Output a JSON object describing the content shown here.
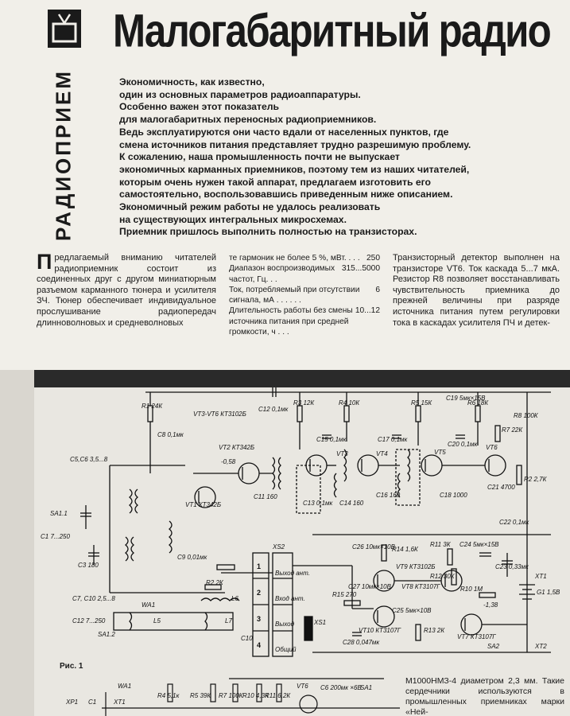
{
  "header": {
    "title": "Малогабаритный радио",
    "rubric": "РАДИОПРИЕМ",
    "logo_icon": "tv-icon"
  },
  "lead": [
    "Экономичность, как известно,",
    "один из основных параметров радиоаппаратуры.",
    "Особенно важен этот показатель",
    "для малогабаритных переносных радиоприемников.",
    "Ведь эксплуатируются они часто вдали от населенных пунктов, где",
    "смена источников питания представляет трудно разрешимую проблему.",
    "К сожалению, наша промышленность почти не выпускает",
    "экономичных карманных приемников, поэтому тем из наших читателей,",
    "которым очень нужен такой аппарат, предлагаем изготовить его",
    "самостоятельно, воспользовавшись приведенным ниже описанием.",
    "Экономичный режим работы не удалось реализовать",
    "на существующих интегральных микросхемах.",
    "Приемник пришлось выполнить полностью на транзисторах."
  ],
  "col1": {
    "dropcap": "П",
    "text": "редлагаемый вниманию читателей радиоприемник состоит из соединенных друг с другом миниатюрным разъемом карманного тюнера и усилителя ЗЧ. Тюнер обеспечивает индивидуальное прослушивание радиопередач длинноволновых и средневолновых"
  },
  "col2": {
    "rows": [
      {
        "label": "те гармоник не более 5 %, мВт. . . .",
        "value": "250"
      },
      {
        "label": "Диапазон воспроизводимых частот, Гц. . .",
        "value": "315...5000"
      },
      {
        "label": "Ток, потребляемый при отсутствии сигнала, мА . . . . . .",
        "value": "6"
      },
      {
        "label": "Длительность работы без смены источника питания при средней громкости, ч . . .",
        "value": "10...12"
      }
    ]
  },
  "col3": {
    "text": "Транзисторный детектор выполнен на транзисторе VT6. Ток каскада 5...7 мкА. Резистор R8 позволяет восстанавливать чувствительность приемника до прежней величины при разряде источника питания путем регулировки тока в каскадах усилителя ПЧ и детек-"
  },
  "figure": {
    "caption": "Рис. 1",
    "labels": {
      "r1": "R1 24К",
      "vt3": "VT3-VT6 КТ3102Б",
      "c12": "C12 0,1мк",
      "r3": "R3 12К",
      "r4": "R4 10К",
      "r5": "R5 15К",
      "r6": "R6 18К",
      "c19": "C19 5мк×15В",
      "r8": "R8 100К",
      "c8": "C8 0,1мк",
      "c15": "C15 0,1мк",
      "c17": "C17 0,1мк",
      "c20": "C20 0,1мк",
      "r7": "R7 22К",
      "vt2": "VT2 КТ342Б",
      "vt1": "VT1 КТ342Б",
      "c5c6": "C5,C6 3,5...8",
      "vt3b": "VT3",
      "vt4": "VT4",
      "vt5": "VT5",
      "vt6": "VT6",
      "c11": "C11 160",
      "c13": "C13 0,1мк",
      "c14": "C14 160",
      "c16": "C16 160",
      "c18": "C18 1000",
      "c21": "C21 4700",
      "r2": "R2 2,7К",
      "c22": "C22 0,1мк",
      "sa11": "SA1.1",
      "c1": "C1 7...250",
      "c3": "C3 180",
      "c9": "C9 0,01мк",
      "r2k": "R2 2К",
      "l6": "L6",
      "c7c10": "C7, C10 2,5...8",
      "wa1": "WA1",
      "c12b": "C12 7...250",
      "sa12": "SA1.2",
      "l5": "L5",
      "l7": "L7",
      "c10": "C10",
      "xs2": "XS2",
      "pins": [
        "1",
        "2",
        "3",
        "4"
      ],
      "pinlabels": [
        "Выход ант.",
        "Вход ант.",
        "Выход",
        "Общий"
      ],
      "c26": "C26 10мк×10В",
      "r14": "R14 1,6К",
      "vt9": "VT9 КТ3102Б",
      "c27": "C27 10мк×10В",
      "r15": "R15 270",
      "c25": "C25 5мк×10В",
      "vt10": "VT10 КТ3107Г",
      "c28": "C28 0,047мк",
      "xs1": "XS1",
      "r11": "R11 3К",
      "c24": "C24 5мк×15В",
      "r12": "R12 30К",
      "vt8": "VT8 КТ3107Г",
      "r10": "R10 1М",
      "r13": "R13 2К",
      "vt7": "VT7 КТ3107Г",
      "c23": "C23 0,33мк",
      "g1": "G1 1,5В",
      "xt1": "XT1",
      "xt2": "XT2",
      "sa2": "SA2",
      "v058": "-0,58",
      "v138": "-1,38"
    }
  },
  "col4": {
    "text": "М1000НМЗ-4 диаметром 2,3 мм. Такие сердечники используются в промышленных приемниках марки «Ней-"
  },
  "fig2": {
    "labels": [
      "WA1",
      "XT1",
      "XP1",
      "C1",
      "R4 5,1к",
      "R5 39К",
      "R7 100К",
      "R10 4,3К",
      "R11 6,2К",
      "VT6",
      "C6 200мк ×6В",
      "SA1"
    ]
  }
}
